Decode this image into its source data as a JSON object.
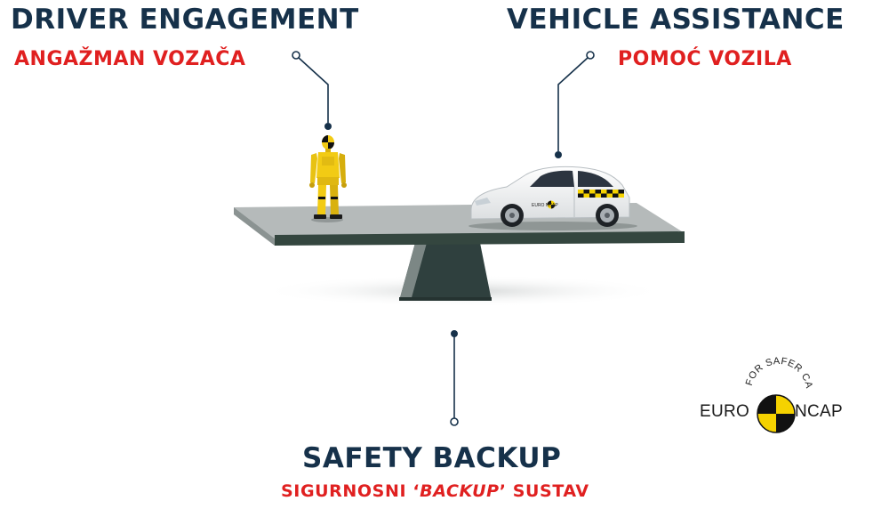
{
  "driver": {
    "title": "DRIVER ENGAGEMENT",
    "subtitle": "ANGAŽMAN VOZAČA"
  },
  "vehicle": {
    "title": "VEHICLE ASSISTANCE",
    "subtitle": "POMOĆ VOZILA",
    "badge": "EURO NCAP"
  },
  "backup": {
    "title": "SAFETY BACKUP",
    "subtitle_before": "SIGURNOSNI ‘",
    "subtitle_em": "BACKUP",
    "subtitle_after": "’ SUSTAV"
  },
  "logo": {
    "left": "EURO",
    "right": "NCAP",
    "arc_text": "FOR SAFER CARS",
    "colors": {
      "yellow": "#f5d200",
      "black": "#111111"
    }
  },
  "colors": {
    "heading": "#16314a",
    "subheading": "#e02020",
    "connector": "#16314a",
    "fulcrum": "#2e3f3c",
    "beam_top": "#aeb3b2",
    "beam_edge": "#34463f"
  }
}
